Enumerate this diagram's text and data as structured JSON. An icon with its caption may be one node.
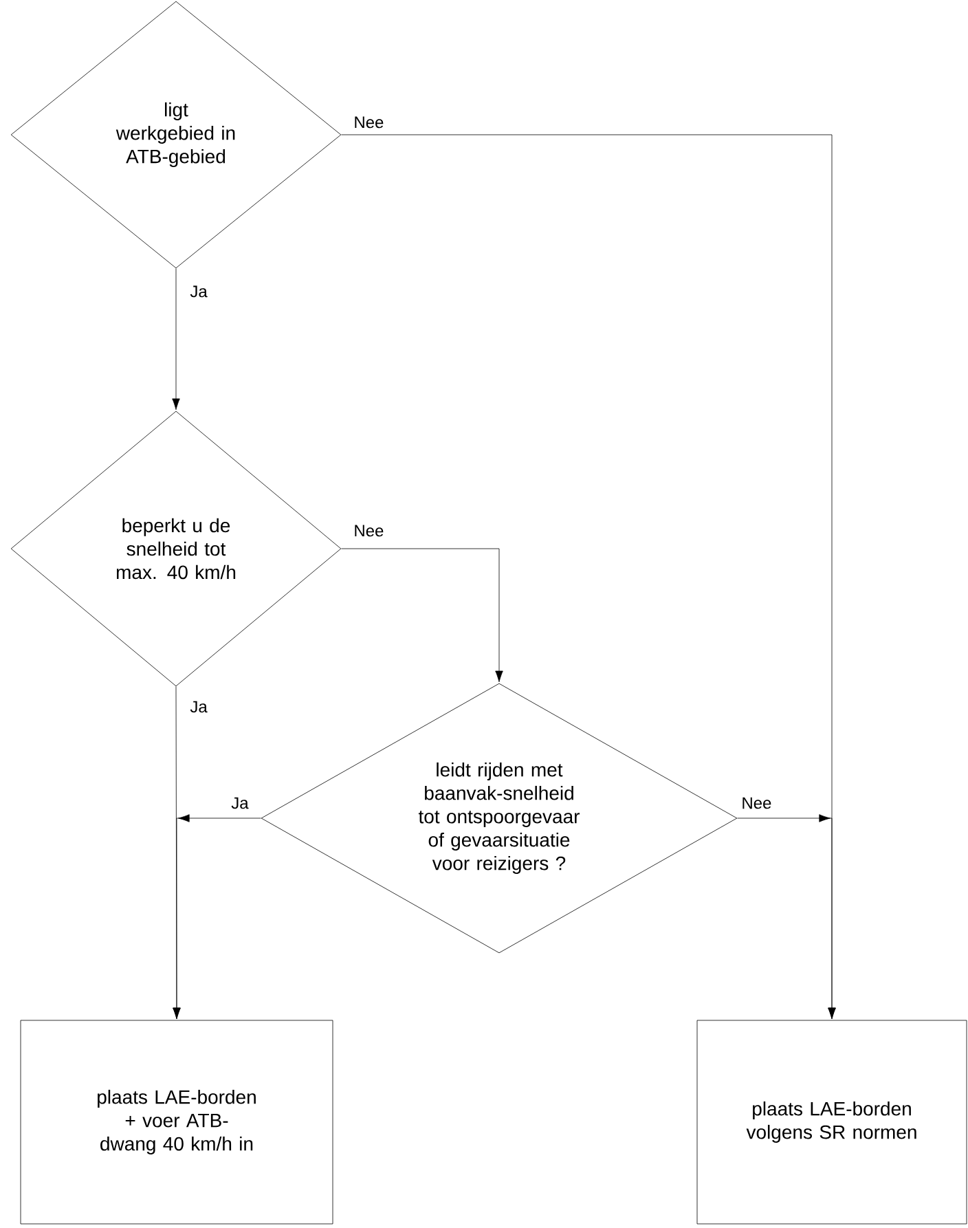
{
  "diagram": {
    "nodes": [
      {
        "text": [
          "ligt werkgebied in ATB-gebied"
        ]
      },
      {
        "text": [
          "beperkt u de snelheid tot max. 40 km/h"
        ]
      },
      {
        "text": [
          "leidt rijden met baanvak-snelheid tot ontspoorgevaar of gevaarsituatie voor reizigers ?"
        ]
      },
      {
        "text": [
          "plaats LAE-borden + voer ATB-dwang 40 km/h in"
        ]
      },
      {
        "text": [
          "plaats LAE-borden volgens SR normen"
        ]
      }
    ],
    "edges": [
      {
        "from": 0,
        "to": 1,
        "arrow": "to",
        "label": "Ja"
      },
      {
        "from": 0,
        "to": 4,
        "arrow": "to",
        "label": "Nee"
      },
      {
        "from": 1,
        "to": 2,
        "arrow": "to",
        "label": "Nee"
      },
      {
        "from": 1,
        "to": 3,
        "arrow": "to",
        "label": "Ja"
      },
      {
        "from": 2,
        "to": 3,
        "arrow": "to",
        "label": "Ja"
      },
      {
        "from": 2,
        "to": 4,
        "arrow": "to",
        "label": "Nee"
      }
    ]
  }
}
